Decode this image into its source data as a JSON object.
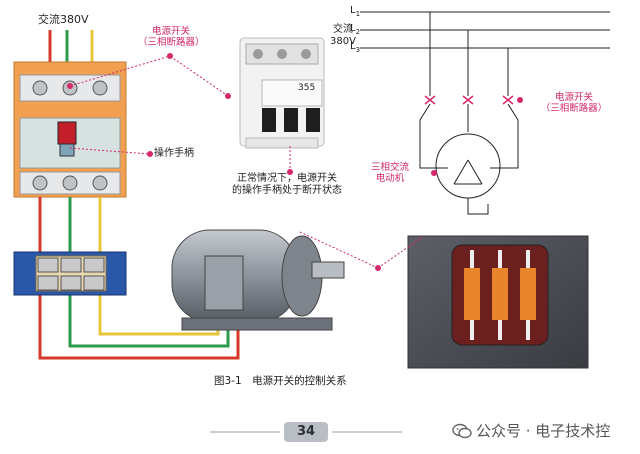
{
  "labels": {
    "top_supply": "交流380V",
    "switch_top": "电源开关",
    "switch_sub": "（三相断路器）",
    "handle": "操作手柄",
    "breaker_model": "355",
    "note_line1": "正常情况下，电源开关",
    "note_line2": "的操作手柄处于断开状态",
    "schematic_supply_1": "交流",
    "schematic_supply_2": "380V",
    "line_L1": "L",
    "line_L2": "L",
    "line_L3": "L",
    "schematic_switch_top": "电源开关",
    "schematic_switch_sub": "（三相断路器）",
    "motor_1": "三相交流",
    "motor_2": "电动机",
    "figure_caption": "图3-1　电源开关的控制关系",
    "page_number": "34",
    "watermark": "公众号 · 电子技术控"
  },
  "colors": {
    "accent_red": "#d4286a",
    "wire_red": "#d43a2a",
    "wire_yellow": "#e8c63a",
    "wire_green": "#2f9a4c",
    "panel_orange": "#f0a050",
    "terminal_blue": "#2a57a8",
    "motor_grey": "#8c939b"
  },
  "icons": [
    "wechat-icon"
  ]
}
